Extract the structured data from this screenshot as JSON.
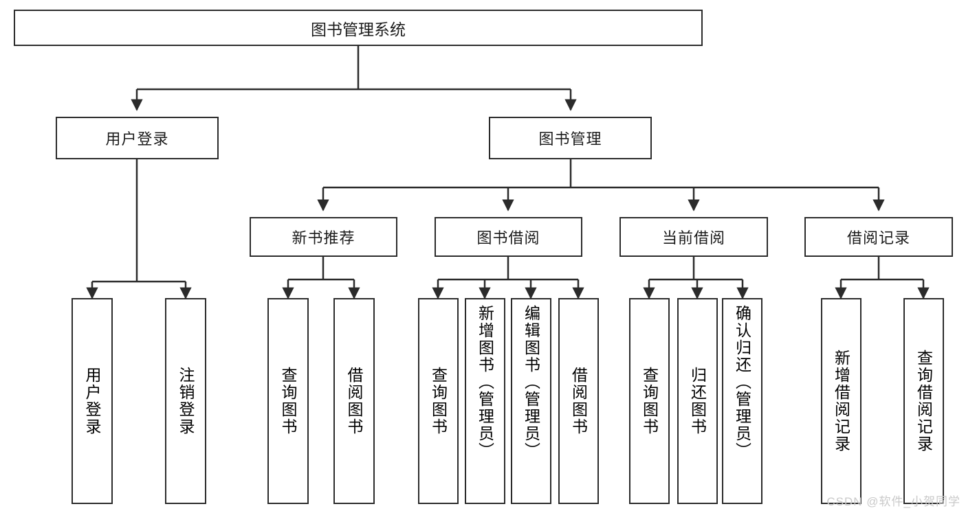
{
  "diagram": {
    "type": "tree-hierarchy",
    "title": "图书管理系统",
    "root": {
      "label": "图书管理系统"
    },
    "level2": [
      {
        "label": "用户登录"
      },
      {
        "label": "图书管理"
      }
    ],
    "level3": [
      {
        "label": "新书推荐"
      },
      {
        "label": "图书借阅"
      },
      {
        "label": "当前借阅"
      },
      {
        "label": "借阅记录"
      }
    ],
    "leaves": {
      "user_login": [
        {
          "label": "用户登录"
        },
        {
          "label": "注销登录"
        }
      ],
      "new_book_recommend": [
        {
          "label": "查询图书"
        },
        {
          "label": "借阅图书"
        }
      ],
      "book_borrow": [
        {
          "label": "查询图书"
        },
        {
          "label": "新增图书（管理员）"
        },
        {
          "label": "编辑图书（管理员）"
        },
        {
          "label": "借阅图书"
        }
      ],
      "current_borrow": [
        {
          "label": "查询图书"
        },
        {
          "label": "归还图书"
        },
        {
          "label": "确认归还（管理员）"
        }
      ],
      "borrow_record": [
        {
          "label": "新增借阅记录"
        },
        {
          "label": "查询借阅记录"
        }
      ]
    },
    "colors": {
      "stroke": "#2b2b2b",
      "background": "#ffffff",
      "text": "#1b1b1b",
      "watermark": "#c9c9c9"
    }
  },
  "watermark": {
    "text": "CSDN @软件_小贺同学"
  }
}
